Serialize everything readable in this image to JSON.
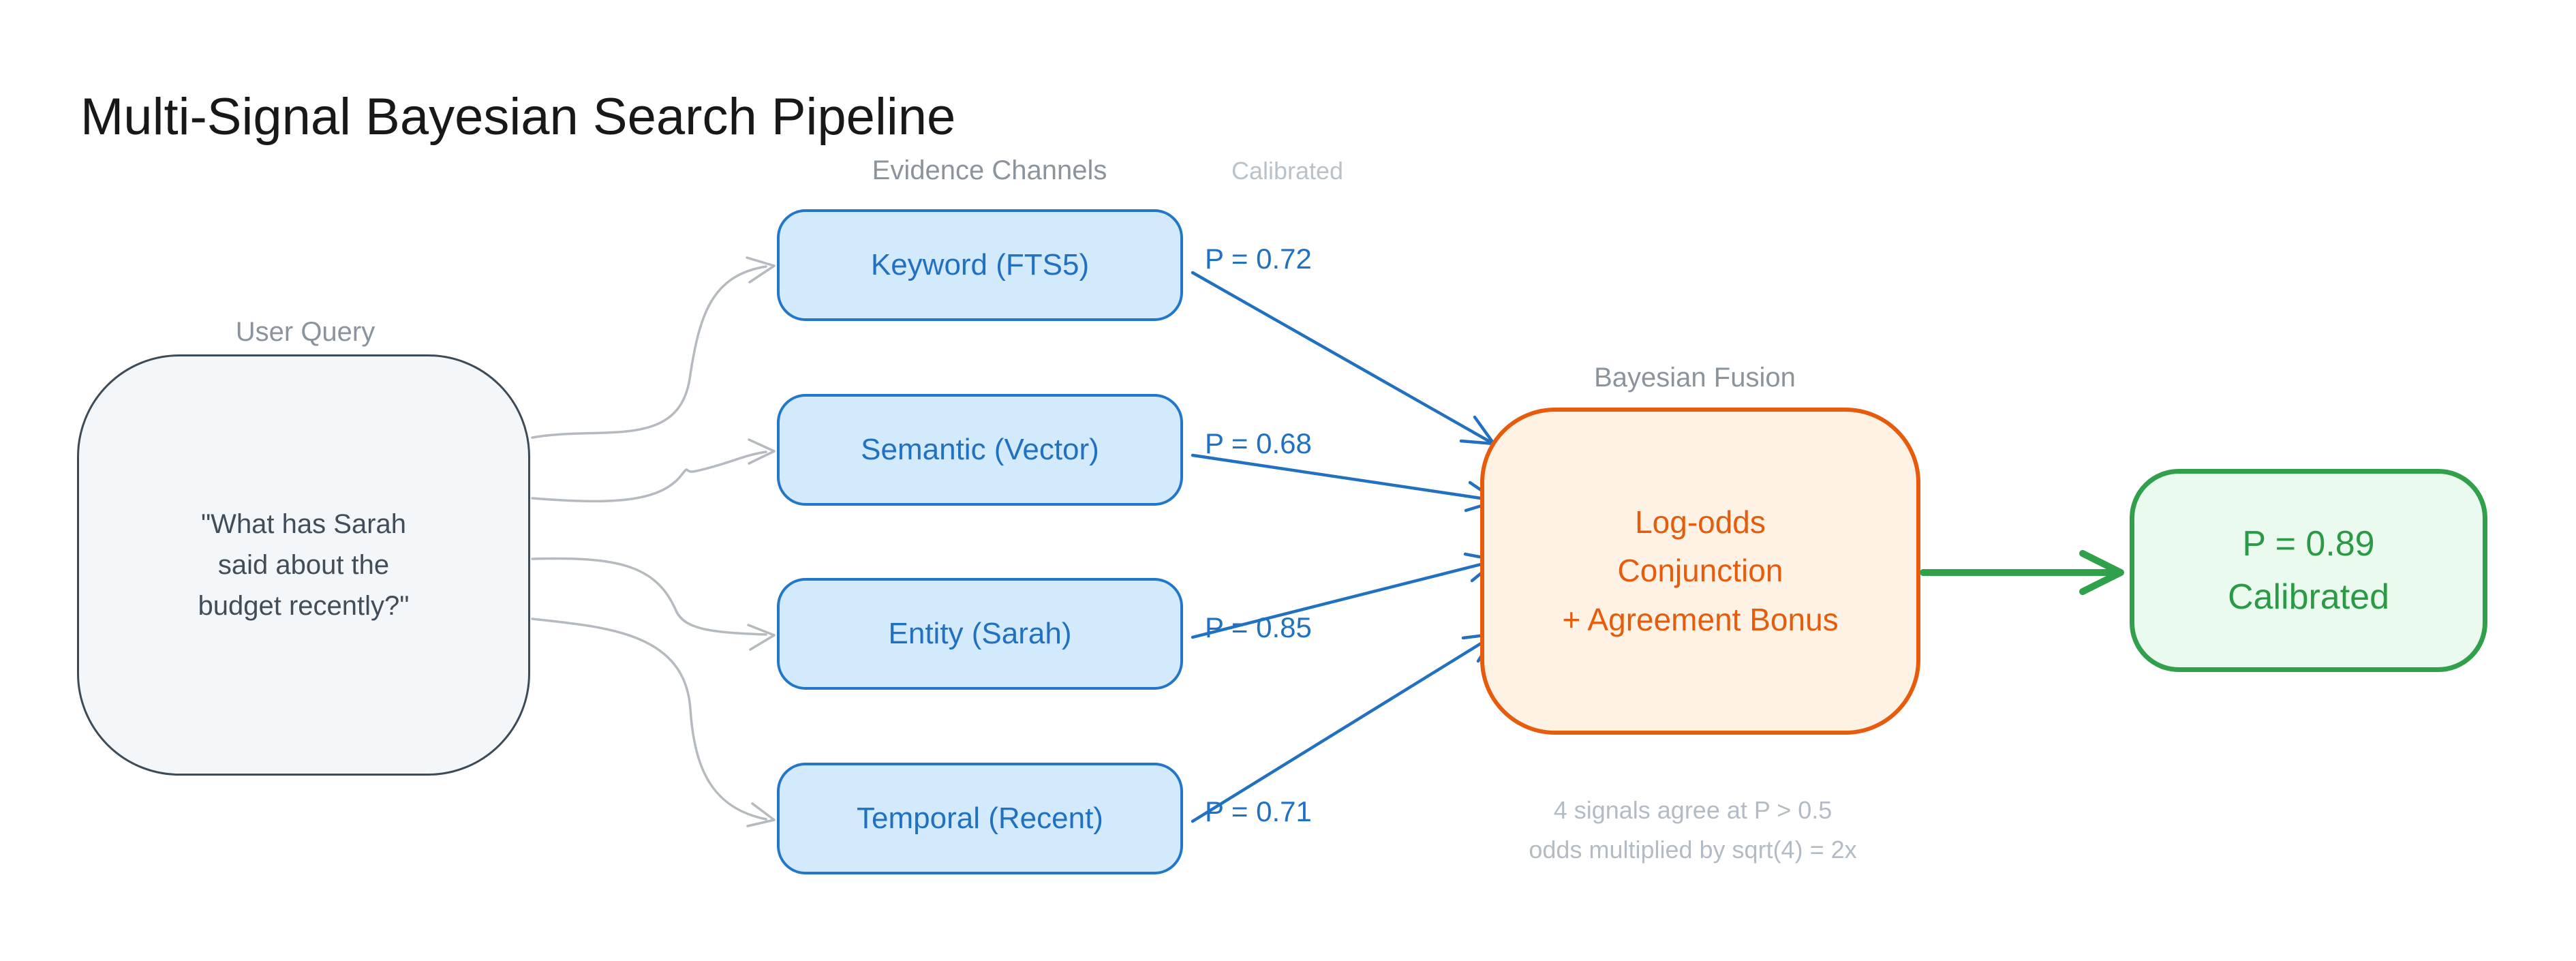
{
  "title": "Multi-Signal Bayesian Search Pipeline",
  "labels": {
    "user_query": "User Query",
    "evidence_channels": "Evidence Channels",
    "calibrated_column": "Calibrated",
    "bayesian_fusion": "Bayesian Fusion"
  },
  "query_box": {
    "lines": [
      "\"What has Sarah",
      "said about the",
      "budget recently?\""
    ]
  },
  "channels": [
    {
      "label": "Keyword (FTS5)",
      "p_label": "P = 0.72"
    },
    {
      "label": "Semantic (Vector)",
      "p_label": "P = 0.68"
    },
    {
      "label": "Entity (Sarah)",
      "p_label": "P = 0.85"
    },
    {
      "label": "Temporal (Recent)",
      "p_label": "P = 0.71"
    }
  ],
  "fusion_box": {
    "lines": [
      "Log-odds",
      "Conjunction",
      "+ Agreement Bonus"
    ],
    "note_lines": [
      "4 signals agree at P > 0.5",
      "odds multiplied by sqrt(4) = 2x"
    ]
  },
  "output_box": {
    "lines": [
      "P = 0.89",
      "Calibrated"
    ]
  },
  "colors": {
    "title_text": "#181818",
    "zone_label_gray": "#8b949c",
    "calibrated_label_gray": "#bac2c9",
    "note_gray": "#b3bcc4",
    "query_fill": "#f4f7f9",
    "query_border": "#3d4b57",
    "query_text": "#414e59",
    "channel_fill": "#d3e9fc",
    "channel_border": "#2277c8",
    "channel_text": "#2071c2",
    "fusion_fill": "#fdf2e3",
    "fusion_border": "#e65c0c",
    "fusion_text": "#e65c0c",
    "output_fill": "#eafaef",
    "output_border": "#31a04b",
    "output_text": "#2b9a44",
    "connector_gray": "#b4bac0",
    "arrow_blue": "#2271c0",
    "arrow_green": "#31a04b"
  }
}
